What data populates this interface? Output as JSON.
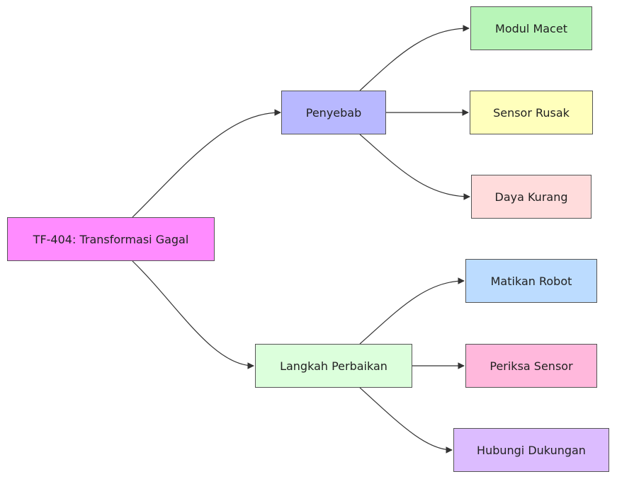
{
  "diagram": {
    "root": {
      "label": "TF-404: Transformasi Gagal",
      "color": "#ff8cff"
    },
    "cause": {
      "label": "Penyebab",
      "color": "#b8b8ff"
    },
    "fix": {
      "label": "Langkah Perbaikan",
      "color": "#dcffdc"
    },
    "causes": [
      {
        "label": "Modul Macet",
        "color": "#b8f5b8"
      },
      {
        "label": "Sensor Rusak",
        "color": "#ffffbc"
      },
      {
        "label": "Daya Kurang",
        "color": "#ffdcdc"
      }
    ],
    "fixes": [
      {
        "label": "Matikan Robot",
        "color": "#bcdcff"
      },
      {
        "label": "Periksa Sensor",
        "color": "#ffb8dc"
      },
      {
        "label": "Hubungi Dukungan",
        "color": "#dcbcff"
      }
    ],
    "edge_color": "#333333"
  }
}
